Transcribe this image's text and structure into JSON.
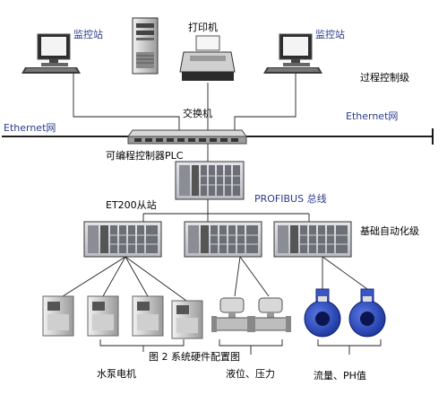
{
  "labels": {
    "station_left": "监控站",
    "printer": "打印机",
    "station_right": "监控站",
    "process_level": "过程控制级",
    "ethernet_left": "Ethernet网",
    "ethernet_right": "Ethernet网",
    "switch": "交换机",
    "plc": "可编程控制器PLC",
    "et200": "ET200从站",
    "profibus": "PROFIBUS 总线",
    "basic_level": "基础自动化级",
    "caption": "图 2 系统硬件配置图",
    "pump_motor": "水泵电机",
    "level_pressure": "液位、压力",
    "flow_ph": "流量、PH值"
  },
  "colors": {
    "label_blue": "#2a3a8f",
    "rack_gray": "#c9ccd3",
    "sensor_blue": "#1e3fb0"
  },
  "icons": [
    "workstation-icon",
    "server-tower-icon",
    "printer-icon",
    "switch-icon",
    "plc-rack-icon",
    "inverter-icon",
    "pressure-transmitter-icon",
    "flow-meter-icon"
  ]
}
